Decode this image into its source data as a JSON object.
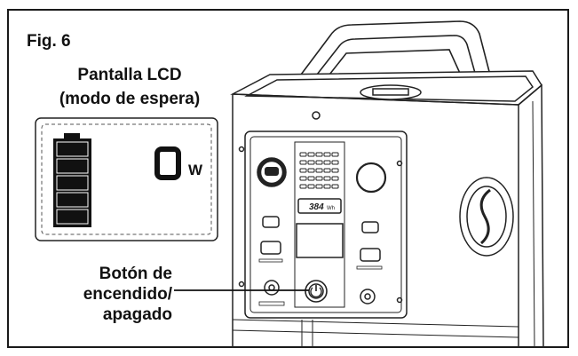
{
  "figure": {
    "label": "Fig. 6"
  },
  "lcd_caption": {
    "line1": "Pantalla LCD",
    "line2": "(modo de espera)"
  },
  "lcd": {
    "value": "0",
    "unit": "W",
    "battery_segments": 5,
    "battery_filled": 5
  },
  "power_button_caption": {
    "line1": "Botón de",
    "line2": "encendido/",
    "line3": "apagado"
  },
  "device": {
    "model_text": "384",
    "sub_text": "Wh"
  }
}
